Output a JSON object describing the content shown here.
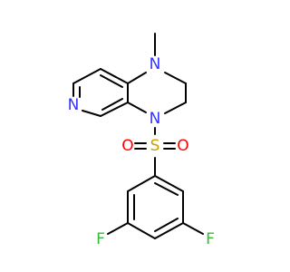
{
  "atoms": {
    "n_methyl": "N",
    "n_sulfonyl": "N",
    "n_pyridine": "N",
    "s": "S",
    "o_left": "O",
    "o_right": "O",
    "f_left": "F",
    "f_right": "F"
  },
  "colors": {
    "bond": "#000000",
    "nitrogen": "#3333ff",
    "sulfur": "#c8a000",
    "oxygen": "#ff0000",
    "fluorine": "#33bb33"
  }
}
